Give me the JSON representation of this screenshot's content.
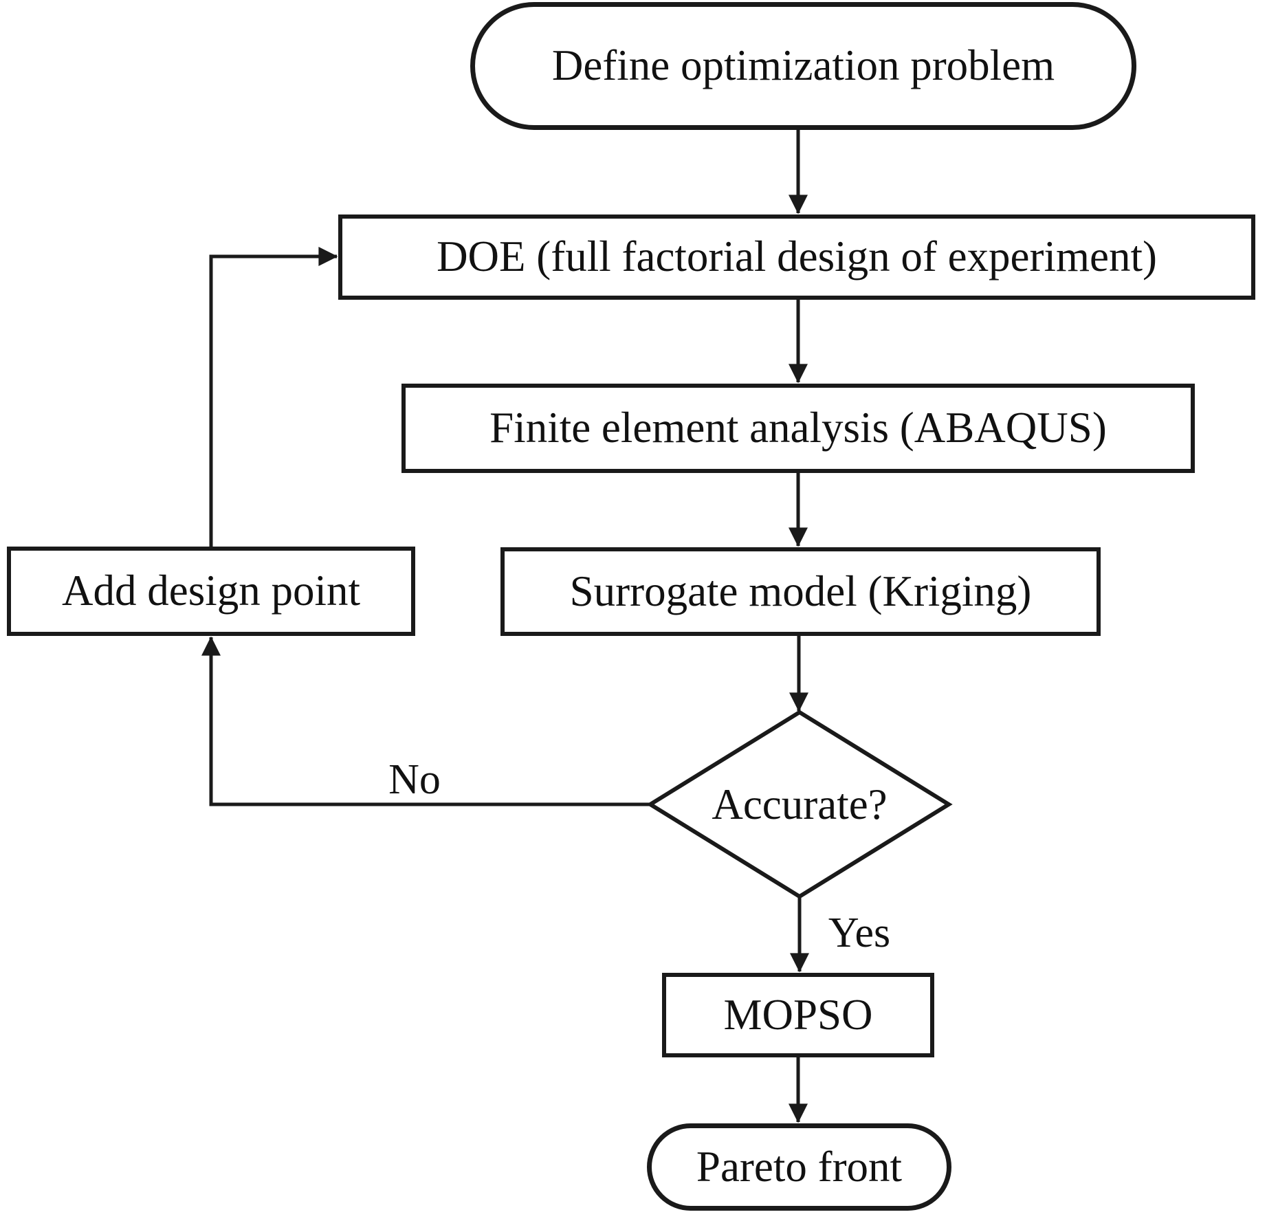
{
  "nodes": {
    "define": {
      "label": "Define optimization problem",
      "shape": "stadium"
    },
    "doe": {
      "label": "DOE (full factorial design of experiment)",
      "shape": "rect"
    },
    "fea": {
      "label": "Finite element analysis (ABAQUS)",
      "shape": "rect"
    },
    "surrogate": {
      "label": "Surrogate model (Kriging)",
      "shape": "rect"
    },
    "add_point": {
      "label": "Add design point",
      "shape": "rect"
    },
    "decision": {
      "label": "Accurate?",
      "shape": "diamond"
    },
    "mopso": {
      "label": "MOPSO",
      "shape": "rect"
    },
    "pareto": {
      "label": "Pareto front",
      "shape": "stadium"
    }
  },
  "edge_labels": {
    "no": "No",
    "yes": "Yes"
  },
  "edges": [
    {
      "from": "define",
      "to": "doe"
    },
    {
      "from": "doe",
      "to": "fea"
    },
    {
      "from": "fea",
      "to": "surrogate"
    },
    {
      "from": "surrogate",
      "to": "decision"
    },
    {
      "from": "decision",
      "to": "mopso",
      "label": "Yes"
    },
    {
      "from": "mopso",
      "to": "pareto"
    },
    {
      "from": "decision",
      "to": "add_point",
      "label": "No"
    },
    {
      "from": "add_point",
      "to": "doe"
    }
  ],
  "colors": {
    "ink": "#1a1a1a",
    "background": "#ffffff"
  }
}
